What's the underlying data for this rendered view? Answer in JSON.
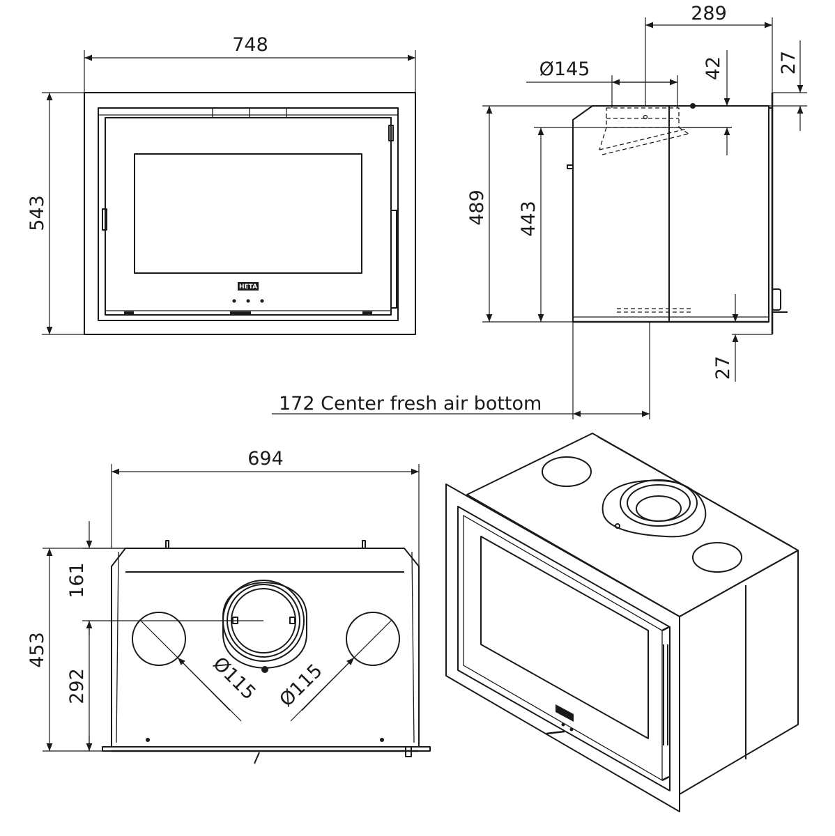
{
  "front_view": {
    "width_label": "748",
    "height_label": "543",
    "logo_text": "HETA"
  },
  "side_view": {
    "depth_label": "289",
    "flue_diameter_label": "Ø145",
    "flue_offset_label": "42",
    "frame_offset_top_label": "27",
    "total_height_label": "489",
    "body_height_label": "443",
    "frame_offset_bottom_label": "27",
    "fresh_air_label": "172 Center fresh air bottom"
  },
  "top_view": {
    "width_label": "694",
    "depth_label": "453",
    "front_offset_label": "161",
    "rear_offset_label": "292",
    "left_hole_label": "Ø115",
    "right_hole_label": "Ø115"
  },
  "iso_view": {
    "logo_text": "HETA"
  }
}
